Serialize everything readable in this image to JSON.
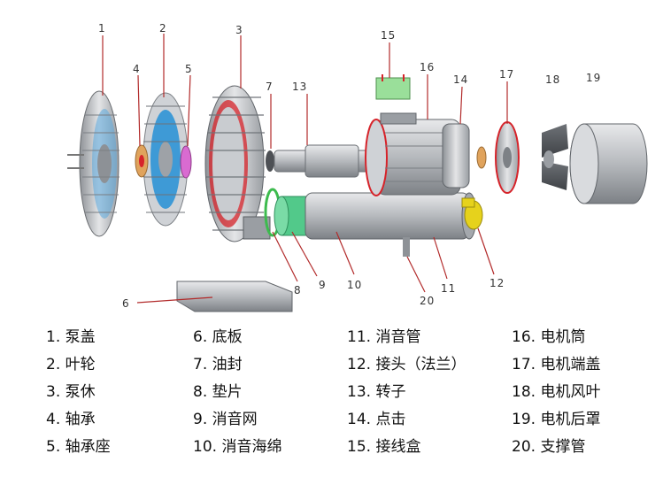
{
  "callouts": [
    "1",
    "2",
    "3",
    "4",
    "5",
    "6",
    "7",
    "13",
    "8",
    "9",
    "10",
    "20",
    "11",
    "12",
    "15",
    "16",
    "14",
    "17",
    "18",
    "19"
  ],
  "legend": {
    "col1": [
      "1. 泵盖",
      "2. 叶轮",
      "3. 泵休",
      "4. 轴承",
      "5. 轴承座"
    ],
    "col2": [
      "6. 底板",
      "7. 油封",
      "8. 垫片",
      "9. 消音网",
      "10. 消音海绵"
    ],
    "col3": [
      "11. 消音管",
      "12. 接头（法兰）",
      "13. 转子",
      "14. 点击",
      "15. 接线盒"
    ],
    "col4": [
      "16. 电机筒",
      "17. 电机端盖",
      "18. 电机风叶",
      "19. 电机后罩",
      "20. 支撑管"
    ]
  },
  "colors": {
    "leader": "#b22a2a",
    "metal": "#b9bcc0",
    "impeller_blue": "#3e9ad6",
    "sponge_green": "#52c98a",
    "flange_yellow": "#e6d21c",
    "junction_box": "#9adf9a",
    "seal_magenta": "#d96bd1",
    "bearing_orange": "#e0a35c",
    "red_ring": "#d6232a"
  }
}
